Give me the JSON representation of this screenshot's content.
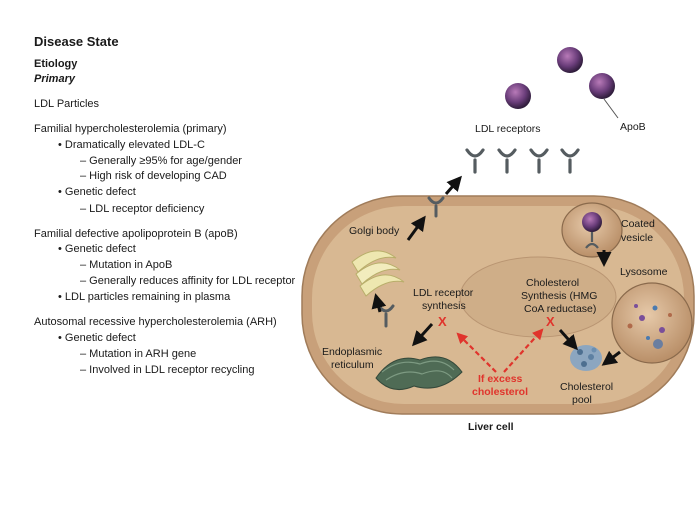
{
  "left": {
    "title": "Disease State",
    "etiology": "Etiology",
    "primary": "Primary",
    "ldl_particles": "LDL Particles",
    "fh": {
      "heading": "Familial hypercholesterolemia (primary)",
      "b1": "• Dramatically elevated LDL-C",
      "b1a": "– Generally ≥95% for age/gender",
      "b1b": "– High risk of developing CAD",
      "b2": "• Genetic defect",
      "b2a": "– LDL receptor deficiency"
    },
    "fdb": {
      "heading": "Familial defective apolipoprotein B (apoB)",
      "b1": "• Genetic defect",
      "b1a": "– Mutation in ApoB",
      "b1b": "– Generally reduces affinity for LDL receptor",
      "b2": "• LDL particles remaining in plasma"
    },
    "arh": {
      "heading": "Autosomal recessive hypercholesterolemia (ARH)",
      "b1": "• Genetic defect",
      "b1a": "– Mutation in ARH gene",
      "b1b": "– Involved in LDL receptor recycling"
    }
  },
  "diagram": {
    "ldl_receptors": "LDL receptors",
    "apob": "ApoB",
    "golgi": "Golgi body",
    "coated": "Coated",
    "vesicle": "vesicle",
    "lysosome": "Lysosome",
    "ldlr_synth_1": "LDL receptor",
    "ldlr_synth_2": "synthesis",
    "chol_synth_1": "Cholesterol",
    "chol_synth_2": "Synthesis (HMG",
    "chol_synth_3": "CoA reductase)",
    "er_1": "Endoplasmic",
    "er_2": "reticulum",
    "excess_1": "If excess",
    "excess_2": "cholesterol",
    "pool_1": "Cholesterol",
    "pool_2": "pool",
    "liver": "Liver cell",
    "inhibit_mark": "X",
    "colors": {
      "cell_outer": "#c8a07a",
      "cell_inner": "#dcbf9b",
      "nucleus": "#cfae88",
      "red": "#e0342c",
      "er_green": "#4f6b55"
    }
  }
}
